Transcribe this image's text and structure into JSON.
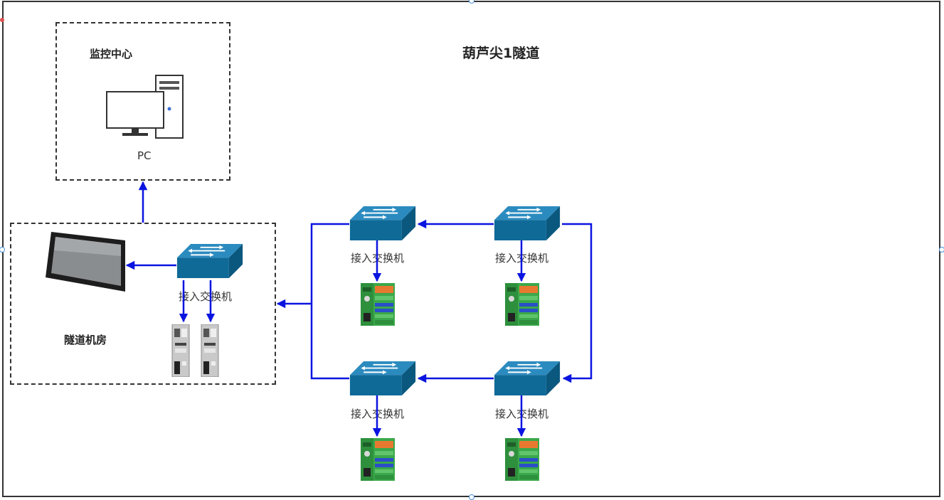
{
  "diagram": {
    "title": "葫芦尖1隧道",
    "monitor_center": {
      "title": "监控中心",
      "pc_label": "PC"
    },
    "machine_room": {
      "title": "隧道机房",
      "switch_label": "接入交换机"
    },
    "field_switches": [
      {
        "label": "接入交换机"
      },
      {
        "label": "接入交换机"
      },
      {
        "label": "接入交换机"
      },
      {
        "label": "接入交换机"
      }
    ],
    "colors": {
      "link": "#0a14e0",
      "switch_top": "#2b8bbf",
      "switch_front": "#0f6a98",
      "frame": "#333333",
      "io_green": "#3aa84a",
      "io_orange": "#e87830"
    },
    "icons": [
      "pc-icon",
      "hmi-panel-icon",
      "switch-icon",
      "controller-module-icon",
      "io-module-icon"
    ]
  }
}
